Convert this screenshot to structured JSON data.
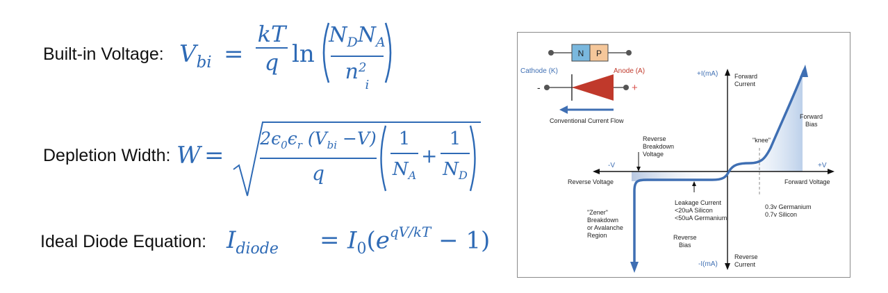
{
  "equations": {
    "builtin": {
      "label": "Built-in Voltage:",
      "lhs_base": "V",
      "lhs_sub": "bi",
      "eq_sign": "=",
      "frac_num": "kT",
      "frac_den": "q",
      "ln": "ln",
      "inner_num_n1": "N",
      "inner_num_s1": "D",
      "inner_num_n2": "N",
      "inner_num_s2": "A",
      "inner_den_base": "n",
      "inner_den_sub": "i",
      "inner_den_sup": "2"
    },
    "depletion": {
      "label": "Depletion Width:",
      "lhs": "W",
      "eq_sign": "=",
      "num_text": "2ϵ",
      "num_sub0": "0",
      "num_eps": "ϵ",
      "num_subr": "r",
      "num_paren_open": " (V",
      "num_sub_bi": "bi",
      "num_rest": " −V)",
      "den": "q",
      "one_a": "1",
      "na_base": "N",
      "na_sub": "A",
      "plus": "+",
      "one_b": "1",
      "nd_base": "N",
      "nd_sub": "D"
    },
    "ideal": {
      "label": "Ideal Diode Equation:",
      "lhs_base": "I",
      "lhs_sub": "diode",
      "eq_sign": "=",
      "i0_base": "I",
      "i0_sub": "0",
      "e_open": "(e",
      "exp": "qV/kT",
      "rest": " − 1)"
    }
  },
  "diagram": {
    "n_label": "N",
    "p_label": "P",
    "cathode": "Cathode (K)",
    "anode": "Anode (A)",
    "minus": "-",
    "plus": "+",
    "current_flow": "Conventional Current Flow",
    "plus_i": "+I(mA)",
    "forward_current_1": "Forward",
    "forward_current_2": "Current",
    "forward_bias_1": "Forward",
    "forward_bias_2": "Bias",
    "knee": "\"knee\"",
    "rev_breakdown_1": "Reverse",
    "rev_breakdown_2": "Breakdown",
    "rev_breakdown_3": "Voltage",
    "neg_v": "-V",
    "pos_v": "+V",
    "reverse_voltage": "Reverse Voltage",
    "forward_voltage": "Forward Voltage",
    "leak_1": "Leakage Current",
    "leak_2": "<20uA Silicon",
    "leak_3": "<50uA Germanium",
    "germ": "0.3v Germanium",
    "sil": "0.7v Silicon",
    "zener_1": "\"Zener\"",
    "zener_2": "Breakdown",
    "zener_3": "or Avalanche",
    "zener_4": "Region",
    "rev_bias_1": "Reverse",
    "rev_bias_2": "Bias",
    "minus_i": "-I(mA)",
    "rev_current_1": "Reverse",
    "rev_current_2": "Current",
    "colors": {
      "n_region": "#7ab8de",
      "p_region": "#f5c79a",
      "diode": "#c0392b",
      "curve": "#3f6fb3",
      "accent_red": "#d9534f"
    }
  }
}
